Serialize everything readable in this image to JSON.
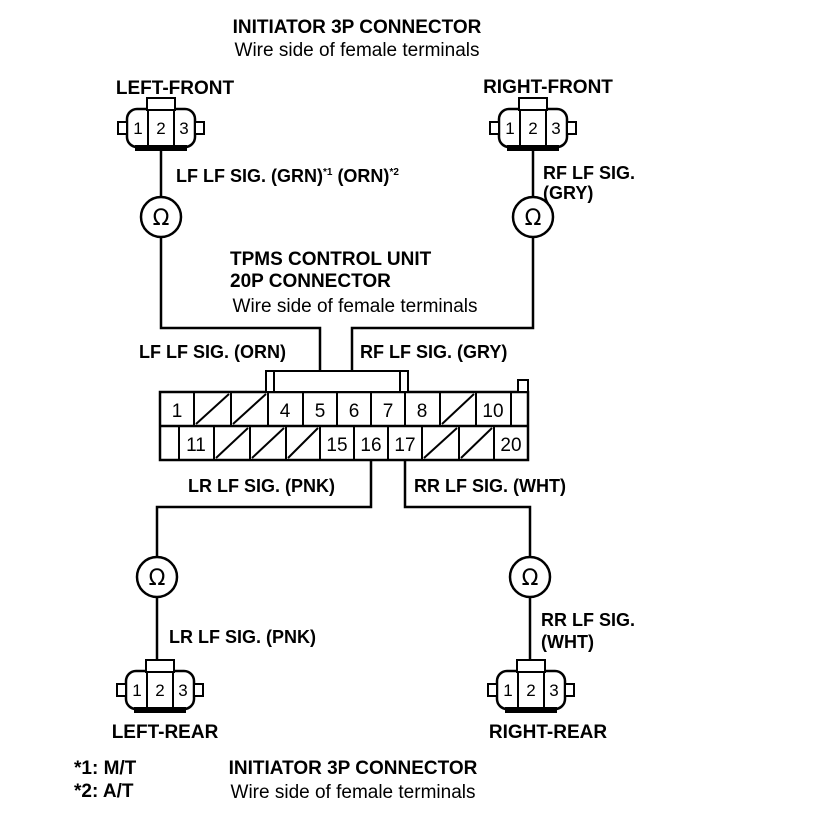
{
  "top_connector": {
    "title": "INITIATOR 3P CONNECTOR",
    "subtitle": "Wire side of female terminals"
  },
  "bottom_connector": {
    "title": "INITIATOR 3P CONNECTOR",
    "subtitle": "Wire side of female terminals"
  },
  "control_unit": {
    "title_line1": "TPMS CONTROL UNIT",
    "title_line2": "20P CONNECTOR",
    "subtitle": "Wire side of female terminals"
  },
  "connectors": {
    "left_front": {
      "name": "LEFT-FRONT",
      "pins": [
        "1",
        "2",
        "3"
      ]
    },
    "right_front": {
      "name": "RIGHT-FRONT",
      "pins": [
        "1",
        "2",
        "3"
      ]
    },
    "left_rear": {
      "name": "LEFT-REAR",
      "pins": [
        "1",
        "2",
        "3"
      ]
    },
    "right_rear": {
      "name": "RIGHT-REAR",
      "pins": [
        "1",
        "2",
        "3"
      ]
    }
  },
  "wire_labels": {
    "lf_upper_text": "LF LF SIG. (GRN)",
    "lf_upper_sup1": "*1",
    "lf_upper_mid": " (ORN)",
    "lf_upper_sup2": "*2",
    "rf_upper_line1": "RF LF SIG.",
    "rf_upper_line2": "(GRY)",
    "lf_cu": "LF LF SIG. (ORN)",
    "rf_cu": "RF LF SIG. (GRY)",
    "lr_cu": "LR LF SIG. (PNK)",
    "rr_cu": "RR LF SIG. (WHT)",
    "lr_lower": "LR LF SIG. (PNK)",
    "rr_lower_line1": "RR LF SIG.",
    "rr_lower_line2": "(WHT)"
  },
  "meter_symbol": "Ω",
  "terminal_grid": {
    "top_row": [
      "1",
      "",
      "",
      "4",
      "5",
      "6",
      "7",
      "8",
      "",
      "10"
    ],
    "bottom_row": [
      "",
      "11",
      "",
      "",
      "",
      "15",
      "16",
      "17",
      "",
      "20"
    ]
  },
  "footnotes": {
    "note1": "*1: M/T",
    "note2": "*2: A/T"
  }
}
